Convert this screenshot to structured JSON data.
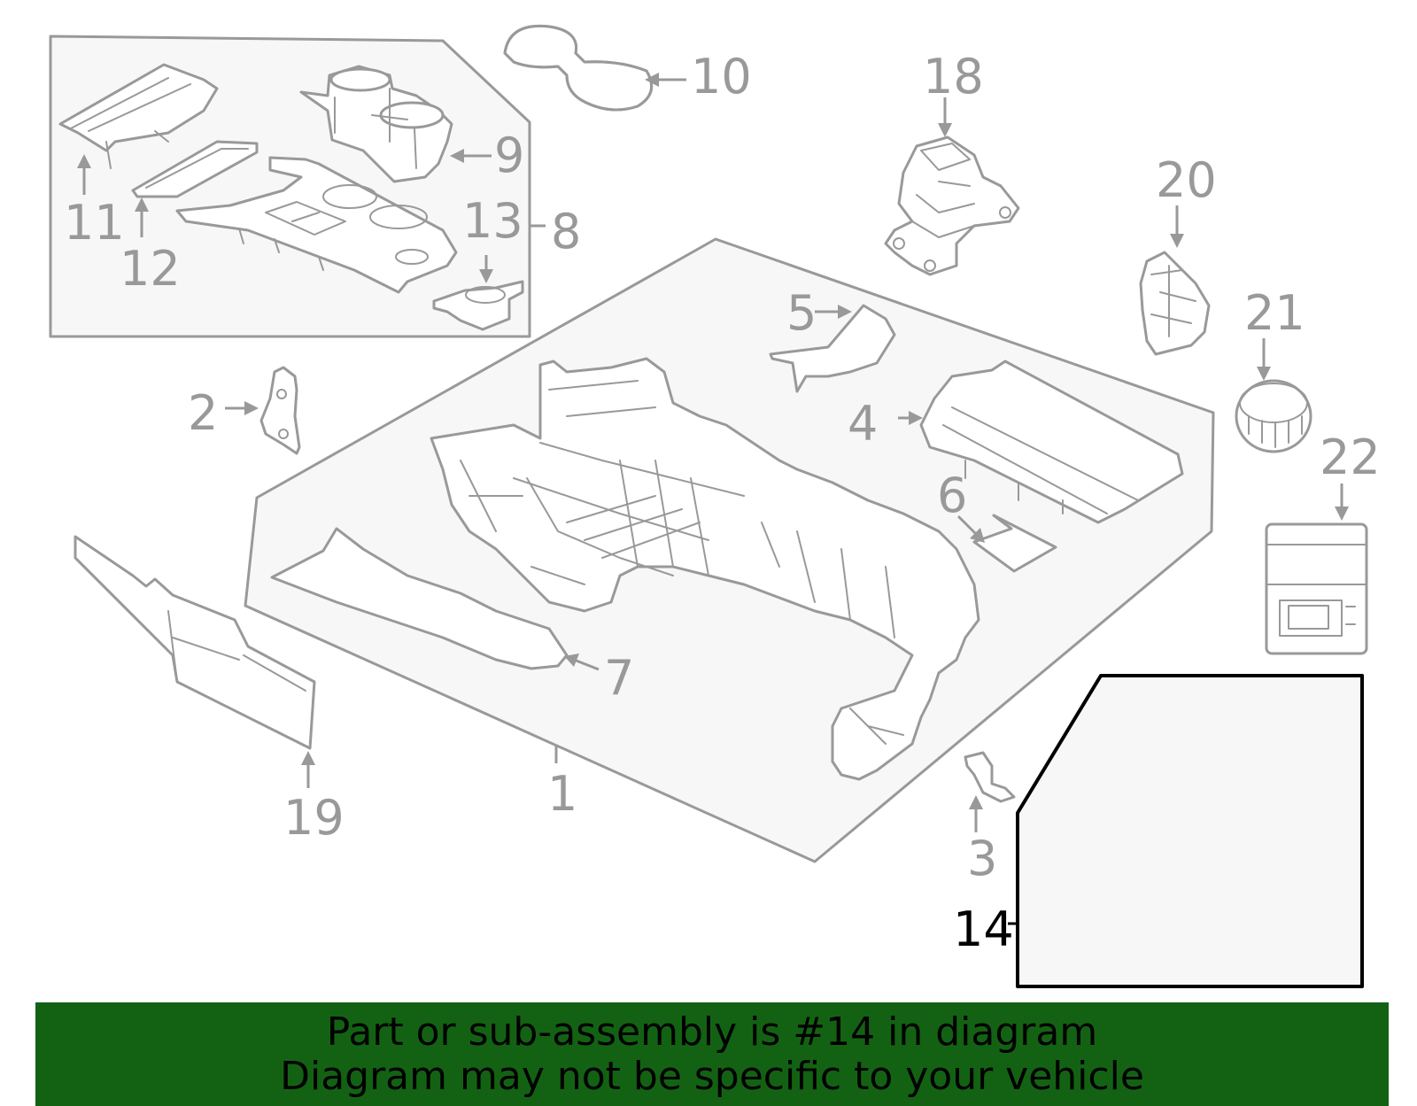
{
  "callouts": [
    {
      "id": "1",
      "text": "1"
    },
    {
      "id": "2",
      "text": "2"
    },
    {
      "id": "3",
      "text": "3"
    },
    {
      "id": "4",
      "text": "4"
    },
    {
      "id": "5",
      "text": "5"
    },
    {
      "id": "6",
      "text": "6"
    },
    {
      "id": "7",
      "text": "7"
    },
    {
      "id": "8",
      "text": "8"
    },
    {
      "id": "9",
      "text": "9"
    },
    {
      "id": "10",
      "text": "10"
    },
    {
      "id": "11",
      "text": "11"
    },
    {
      "id": "12",
      "text": "12"
    },
    {
      "id": "13",
      "text": "13"
    },
    {
      "id": "14",
      "text": "14",
      "highlighted": true
    },
    {
      "id": "18",
      "text": "18"
    },
    {
      "id": "19",
      "text": "19"
    },
    {
      "id": "20",
      "text": "20"
    },
    {
      "id": "21",
      "text": "21"
    },
    {
      "id": "22",
      "text": "22"
    }
  ],
  "banner": {
    "line1": "Part or sub-assembly is #14 in diagram",
    "line2": "Diagram may not be specific to your vehicle"
  },
  "colors": {
    "line_art": "#999999",
    "panel_fill": "#f7f7f7",
    "highlight_outline": "#000000",
    "banner_background": "#136213",
    "banner_text": "#000000"
  }
}
